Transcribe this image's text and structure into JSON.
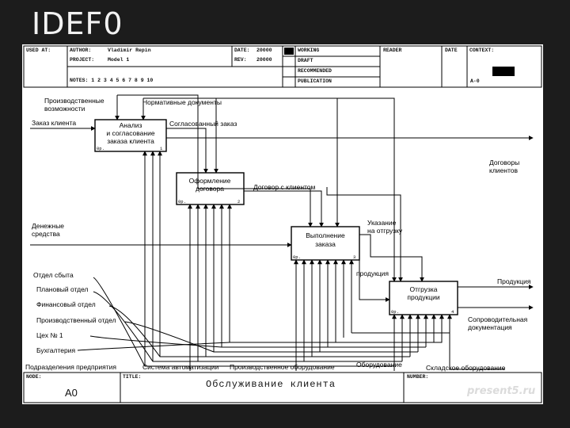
{
  "slide": {
    "title": "IDEF0",
    "watermark": "present5.ru"
  },
  "header": {
    "used_at": "USED AT:",
    "author_label": "AUTHOR:",
    "author": "Vladimir Repin",
    "project_label": "PROJECT:",
    "project": "Model 1",
    "date_label": "DATE:",
    "date": "20000",
    "rev_label": "REV:",
    "rev": "20000",
    "notes": "NOTES:  1  2  3  4  5  6  7  8  9  10",
    "statuses": [
      "WORKING",
      "DRAFT",
      "RECOMMENDED",
      "PUBLICATION"
    ],
    "reader": "READER",
    "reader_date": "DATE",
    "context": "CONTEXT:",
    "node_id": "A-0"
  },
  "footer": {
    "node_label": "NODE:",
    "node": "A0",
    "title_label": "TITLE:",
    "title": "Обслуживание клиента",
    "number_label": "NUMBER:"
  },
  "boxes": [
    {
      "id": "A1",
      "label": [
        "Анализ",
        "и согласование",
        "заказа клиента"
      ],
      "num": "1",
      "ref": "0р."
    },
    {
      "id": "A2",
      "label": [
        "Оформление",
        "договора"
      ],
      "num": "2",
      "ref": "0р."
    },
    {
      "id": "A3",
      "label": [
        "Выполнение",
        "заказа"
      ],
      "num": "3",
      "ref": "0р."
    },
    {
      "id": "A4",
      "label": [
        "Отгрузка",
        "продукции"
      ],
      "num": "4",
      "ref": "0р."
    }
  ],
  "labels": {
    "capabilities": [
      "Производственные",
      "возможности"
    ],
    "normative_docs": "Нормативные документы",
    "client_order": "Заказ клиента",
    "agreed_order": "Согласованный заказ",
    "client_contract": "Договор с клиентом",
    "contracts_out": [
      "Договоры",
      "клиентов"
    ],
    "money": [
      "Денежные",
      "средства"
    ],
    "shipping_instruction": [
      "Указание",
      "на отгрузку"
    ],
    "product_internal": "продукция",
    "product_out": "Продукция",
    "accompanying_docs": [
      "Сопроводительная",
      "документация"
    ],
    "mechanisms": [
      "Отдел сбыта",
      "Плановый отдел",
      "Финансовый отдел",
      "Производственный отдел",
      "Цех № 1",
      "Бухгалтерия"
    ],
    "dept_enterprise": "Подразделения предприятия",
    "automation_system": "Система автоматизации",
    "production_equipment": "Производственное оборудование",
    "equipment": "Оборудование",
    "warehouse_equipment": "Складское оборудование"
  }
}
